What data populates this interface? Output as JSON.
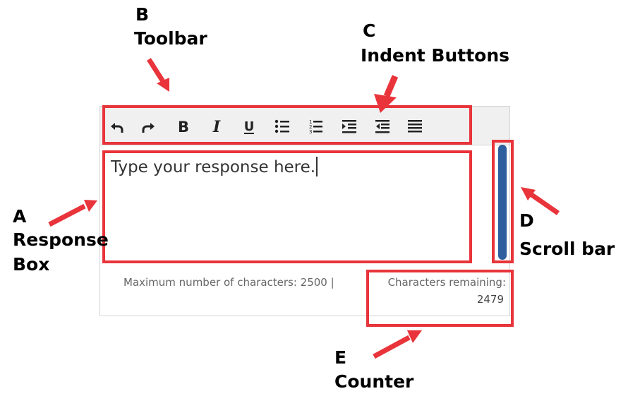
{
  "callouts": {
    "a_letter": "A",
    "a_label_1": "Response",
    "a_label_2": "Box",
    "b_letter": "B",
    "b_label": "Toolbar",
    "c_letter": "C",
    "c_label": "Indent Buttons",
    "d_letter": "D",
    "d_label": "Scroll bar",
    "e_letter": "E",
    "e_label": "Counter"
  },
  "toolbar": {
    "buttons": [
      "undo-icon",
      "redo-icon",
      "bold-icon",
      "italic-icon",
      "underline-icon",
      "bulleted-list-icon",
      "numbered-list-icon",
      "outdent-icon",
      "indent-icon",
      "justify-icon"
    ]
  },
  "editor": {
    "placeholder": "Type your response here."
  },
  "footer": {
    "max_chars": "Maximum number of characters: 2500 |",
    "remaining_label": "Characters remaining:",
    "remaining_value": "2479"
  },
  "colors": {
    "highlight": "#e8343a",
    "scroll_thumb": "#2e5e9e",
    "toolbar_bg": "#f0f0f0"
  }
}
